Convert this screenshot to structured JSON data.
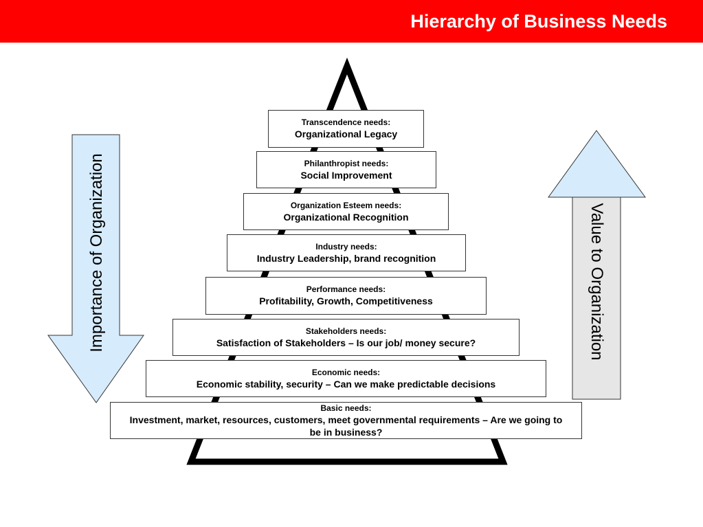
{
  "header": {
    "title": "Hierarchy of Business Needs"
  },
  "arrows": {
    "left_label": "Importance of Organization",
    "right_label": "Value to Organization"
  },
  "levels": [
    {
      "label": "Transcendence needs:",
      "value": "Organizational Legacy"
    },
    {
      "label": "Philanthropist needs:",
      "value": "Social Improvement"
    },
    {
      "label": "Organization Esteem needs:",
      "value": "Organizational Recognition"
    },
    {
      "label": "Industry needs:",
      "value": "Industry Leadership, brand recognition"
    },
    {
      "label": "Performance needs:",
      "value": "Profitability, Growth, Competitiveness"
    },
    {
      "label": "Stakeholders needs:",
      "value": "Satisfaction of Stakeholders – Is our job/ money secure?"
    },
    {
      "label": "Economic needs:",
      "value": "Economic stability, security – Can we make predictable decisions"
    },
    {
      "label": "Basic needs:",
      "value": "Investment, market, resources, customers, meet governmental requirements – Are we going to be in business?"
    }
  ],
  "colors": {
    "header": "#ff0000",
    "arrow_left_fill": "#d6ebfb",
    "arrow_right_fill": "#d6ebfb",
    "arrow_right_shaft": "#e6e6e6",
    "pyramid_stroke": "#000000"
  }
}
